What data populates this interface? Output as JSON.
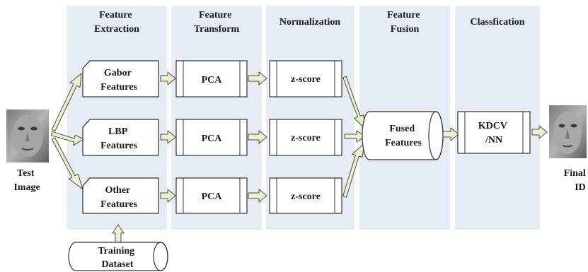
{
  "stages": {
    "extraction": [
      "Feature",
      "Extraction"
    ],
    "transform": [
      "Feature",
      "Transform"
    ],
    "normalization": [
      "Normalization"
    ],
    "fusion": [
      "Feature",
      "Fusion"
    ],
    "classification": [
      "Classfication"
    ]
  },
  "input": {
    "label": [
      "Test",
      "Image"
    ]
  },
  "output": {
    "label": [
      "Final",
      "ID"
    ]
  },
  "features": {
    "gabor": [
      "Gabor",
      "Features"
    ],
    "lbp": [
      "LBP",
      "Features"
    ],
    "other": [
      "Other",
      "Features"
    ]
  },
  "transform": {
    "pca": "PCA"
  },
  "normalization": {
    "zscore": "z-score"
  },
  "fusion": {
    "fused": [
      "Fused",
      "Features"
    ]
  },
  "classifier": {
    "label": [
      "KDCV",
      "/NN"
    ]
  },
  "training": {
    "label": [
      "Training",
      "Dataset"
    ]
  },
  "colors": {
    "stage_background": "#e6ecf4",
    "arrow_fill": "#eef0d6",
    "box_border": "#333333"
  }
}
